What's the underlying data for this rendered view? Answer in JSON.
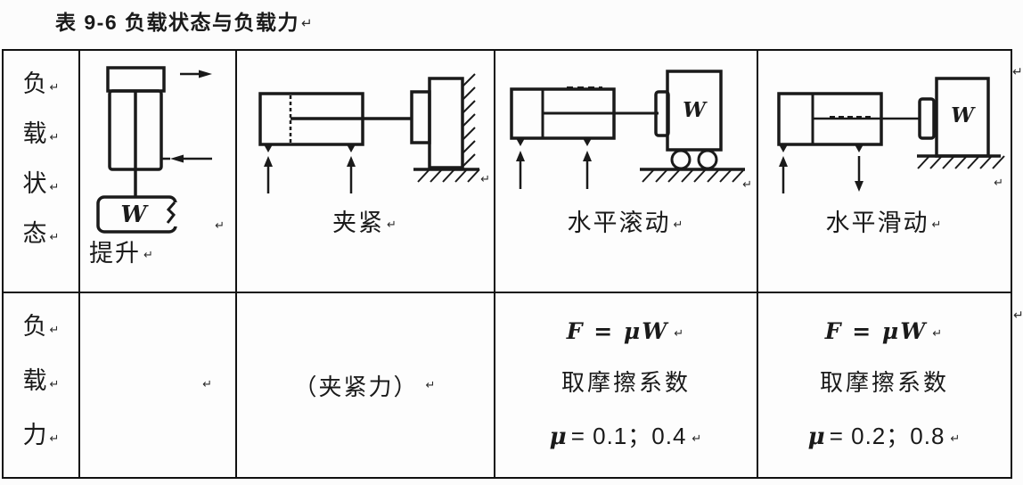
{
  "title": "表 9-6 负载状态与负载力",
  "marks": {
    "return": "↵"
  },
  "table": {
    "row_headers": {
      "load_state": {
        "chars": [
          "负",
          "载",
          "状",
          "态"
        ]
      },
      "load_force": {
        "chars": [
          "负",
          "载",
          "力"
        ]
      }
    },
    "states": [
      {
        "caption": "提升",
        "weight_label": "W"
      },
      {
        "caption": "夹紧"
      },
      {
        "caption": "水平滚动",
        "weight_label": "W"
      },
      {
        "caption": "水平滑动",
        "weight_label": "W"
      }
    ],
    "forces": [
      {
        "text": ""
      },
      {
        "text": "（夹紧力）"
      },
      {
        "formula": "F = μW",
        "note": "取摩擦系数",
        "mu": "μ",
        "value": "= 0.1；0.4"
      },
      {
        "formula": "F = μW",
        "note": "取摩擦系数",
        "mu": "μ",
        "value": "= 0.2；0.8"
      }
    ]
  },
  "colors": {
    "ink": "#1a1a1a",
    "border": "#111111",
    "background": "#fdfdfd"
  }
}
